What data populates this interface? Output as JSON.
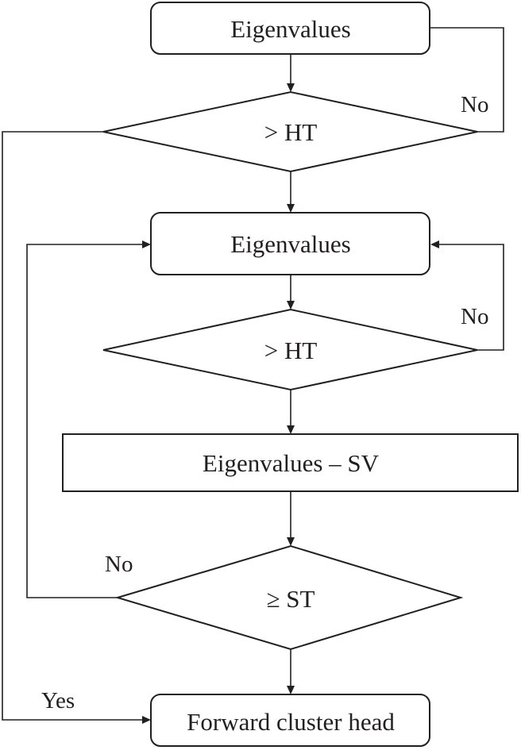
{
  "flowchart": {
    "nodes": {
      "eigenvalues_1": "Eigenvalues",
      "decision_ht_1": "> HT",
      "eigenvalues_2": "Eigenvalues",
      "decision_ht_2": "> HT",
      "eigenvalues_minus_sv": "Eigenvalues – SV",
      "decision_st": "≥  ST",
      "forward_cluster_head": "Forward cluster head"
    },
    "edge_labels": {
      "no_1": "No",
      "no_2": "No",
      "no_3": "No",
      "yes": "Yes"
    }
  }
}
